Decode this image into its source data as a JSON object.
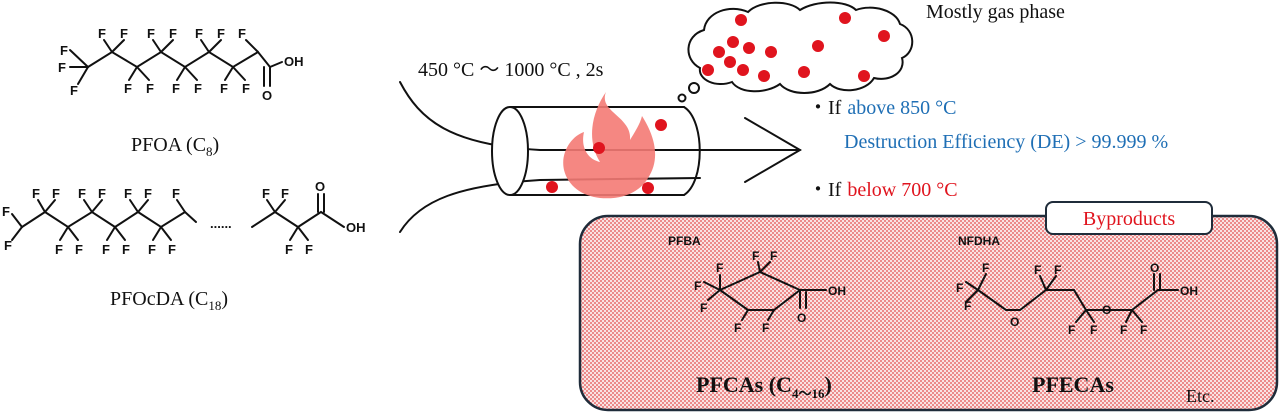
{
  "molecules": {
    "pfoa": {
      "name": "PFOA (C",
      "sub": "8",
      "close": ")"
    },
    "pfocda": {
      "name": "PFOcDA (C",
      "sub": "18",
      "close": ")"
    },
    "pfba": {
      "name": "PFBA"
    },
    "nfdha": {
      "name": "NFDHA"
    }
  },
  "atoms": {
    "F": "F",
    "O": "O",
    "OH": "OH"
  },
  "ellipsis": "......",
  "process": {
    "condition": "450 °C ～ 1000 °C , 2s",
    "gas_label": "Mostly gas phase"
  },
  "outcomes": {
    "bullet": "・",
    "if_word": "If",
    "above": {
      "threshold": "above 850 °C",
      "result": "Destruction Efficiency (DE) > 99.999 %"
    },
    "below": {
      "threshold": "below 700 °C"
    }
  },
  "byproducts": {
    "title": "Byproducts",
    "pfcas": {
      "label": "PFCAs (C",
      "sub": "4～16",
      "close": ")"
    },
    "pfecas": {
      "label": "PFECAs"
    },
    "etc": "Etc."
  },
  "colors": {
    "blue": "#1f6fb5",
    "red": "#e0141e",
    "flame": "#f47a74",
    "box_bg": "#f7d9d9",
    "box_dots": "#e44a4a",
    "box_border": "#1f2c3a"
  }
}
